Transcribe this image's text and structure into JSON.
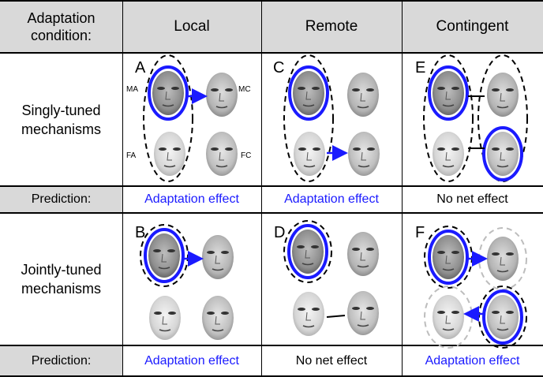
{
  "header": {
    "condition_label": "Adaptation condition:",
    "local": "Local",
    "remote": "Remote",
    "contingent": "Contingent"
  },
  "rows": {
    "singly": "Singly-tuned mechanisms",
    "jointly": "Jointly-tuned mechanisms"
  },
  "prediction_label": "Prediction:",
  "predictions": {
    "singly": [
      "Adaptation effect",
      "Adaptation effect",
      "No net effect"
    ],
    "jointly": [
      "Adaptation effect",
      "No net effect",
      "Adaptation effect"
    ]
  },
  "panels": [
    "A",
    "C",
    "E",
    "B",
    "D",
    "F"
  ],
  "face_labels": {
    "ma": "MA",
    "mc": "MC",
    "fa": "FA",
    "fc": "FC"
  },
  "colors": {
    "header_bg": "#d9d9d9",
    "highlight": "#1a1aff",
    "grid": "#000000"
  }
}
